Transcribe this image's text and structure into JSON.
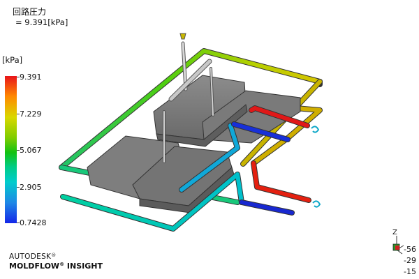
{
  "header": {
    "title": "回路圧力",
    "value": "= 9.391[kPa]"
  },
  "legend": {
    "unit": "[kPa]",
    "ticks": [
      "9.391",
      "7.229",
      "5.067",
      "2.905",
      "0.7428"
    ],
    "colors": {
      "top": "#e8141a",
      "upper": "#d9d800",
      "mid": "#12c212",
      "lower": "#00cccc",
      "bottom": "#1426e8"
    }
  },
  "branding": {
    "line1": "AUTODESK",
    "line1_mark": "®",
    "line2": "MOLDFLOW",
    "line2_mark": "®",
    "line2_suffix": "INSIGHT"
  },
  "axes": {
    "z_label": "Z",
    "values": [
      "-56",
      "-29",
      "-15"
    ]
  }
}
